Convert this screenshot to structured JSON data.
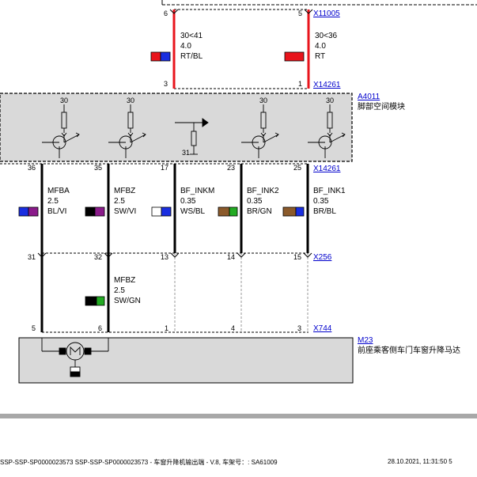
{
  "connectors": {
    "x11005": "X11005",
    "x14261_top": "X14261",
    "x14261_bottom": "X14261",
    "x256": "X256",
    "x744": "X744"
  },
  "module": {
    "id": "A4011",
    "name": "脚部空间模块",
    "ground": "31"
  },
  "motor": {
    "id": "M23",
    "name": "前座乘客侧车门车窗升降马达"
  },
  "pins": {
    "top_left_a": "6",
    "top_right_a": "5",
    "top_left_b": "3",
    "top_right_b": "1",
    "mod_c1": "30",
    "mod_c2": "30",
    "mod_c3": "30",
    "mod_c4": "30",
    "x14261": [
      "36",
      "35",
      "17",
      "23",
      "25"
    ],
    "x256": [
      "31",
      "32",
      "13",
      "14",
      "15"
    ],
    "x744": [
      "5",
      "6",
      "1",
      "4",
      "3"
    ]
  },
  "wires_top": [
    {
      "fuse": "30<41",
      "size": "4.0",
      "color": "RT/BL"
    },
    {
      "fuse": "30<36",
      "size": "4.0",
      "color": "RT"
    }
  ],
  "wires_mid": [
    {
      "name": "MFBA",
      "size": "2.5",
      "color": "BL/VI"
    },
    {
      "name": "MFBZ",
      "size": "2.5",
      "color": "SW/VI"
    },
    {
      "name": "BF_INKM",
      "size": "0.35",
      "color": "WS/BL"
    },
    {
      "name": "BF_INK2",
      "size": "0.35",
      "color": "BR/GN"
    },
    {
      "name": "BF_INK1",
      "size": "0.35",
      "color": "BR/BL"
    }
  ],
  "wire_low": {
    "name": "MFBZ",
    "size": "2.5",
    "color": "SW/GN"
  },
  "colors": {
    "red": "#e8141c",
    "blue": "#1a2ee0",
    "violet": "#8a1a8a",
    "black": "#000000",
    "white": "#ffffff",
    "brown": "#8b5a2b",
    "green": "#22aa22",
    "module_bg": "#d9d9d9"
  },
  "footer": {
    "left": "SSP-SSP-SP0000023573 SSP-SSP-SP0000023573 - 车窗升降机输出端 - V.8, 车架号：: SA61009",
    "right": "28.10.2021, 11:31:50  5"
  }
}
